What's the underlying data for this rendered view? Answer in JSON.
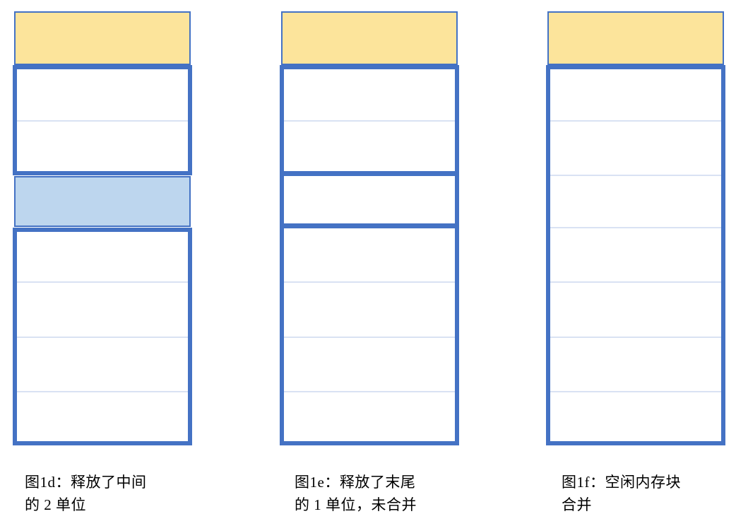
{
  "figure": {
    "colors": {
      "border_blue": "#4472C4",
      "reserved_fill": "#FCE49B",
      "allocated_fill": "#BDD6EE",
      "free_fill": "#FFFFFF",
      "divider": "#D9E2F3"
    },
    "columns": [
      {
        "id": "1d",
        "caption_lines": [
          "图1d：释放了中间",
          "的 2 单位"
        ],
        "blocks": [
          {
            "kind": "reserved",
            "units": 1
          },
          {
            "kind": "free",
            "units": 2
          },
          {
            "kind": "allocated",
            "units": 1
          },
          {
            "kind": "free",
            "units": 4
          }
        ]
      },
      {
        "id": "1e",
        "caption_lines": [
          "图1e：释放了末尾",
          "的 1 单位，未合并"
        ],
        "blocks": [
          {
            "kind": "reserved",
            "units": 1
          },
          {
            "kind": "free",
            "units": 2
          },
          {
            "kind": "free",
            "units": 1
          },
          {
            "kind": "free",
            "units": 4
          }
        ]
      },
      {
        "id": "1f",
        "caption_lines": [
          "图1f：空闲内存块",
          "合并"
        ],
        "blocks": [
          {
            "kind": "reserved",
            "units": 1
          },
          {
            "kind": "free",
            "units": 7
          }
        ]
      }
    ]
  }
}
